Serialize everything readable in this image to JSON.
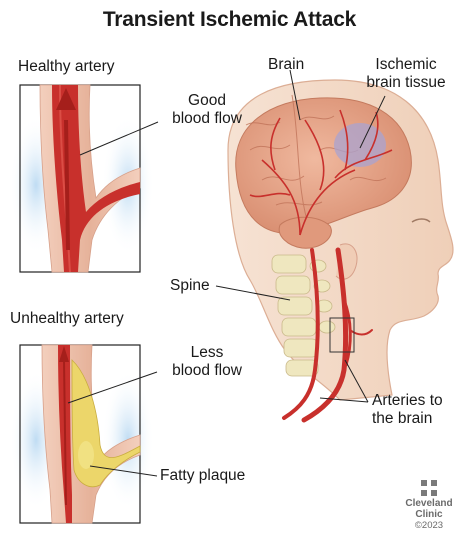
{
  "title": "Transient Ischemic Attack",
  "labels": {
    "healthy_artery": "Healthy artery",
    "good_blood_flow_1": "Good",
    "good_blood_flow_2": "blood flow",
    "unhealthy_artery": "Unhealthy artery",
    "less_blood_flow_1": "Less",
    "less_blood_flow_2": "blood flow",
    "fatty_plaque": "Fatty plaque",
    "brain": "Brain",
    "ischemic_1": "Ischemic",
    "ischemic_2": "brain tissue",
    "spine": "Spine",
    "arteries_1": "Arteries to",
    "arteries_2": "the brain"
  },
  "logo": {
    "line1": "Cleveland",
    "line2": "Clinic",
    "line3": "©2023"
  },
  "colors": {
    "artery_red": "#c8302c",
    "artery_dark": "#9e1f1c",
    "vessel_wall": "#e9b9a4",
    "plaque": "#ecd66a",
    "brain": "#e7a98c",
    "skin": "#f3d9c6",
    "ischemic": "#a9a3d0",
    "spine": "#efe7bf",
    "glow": "#cfe6f7"
  }
}
